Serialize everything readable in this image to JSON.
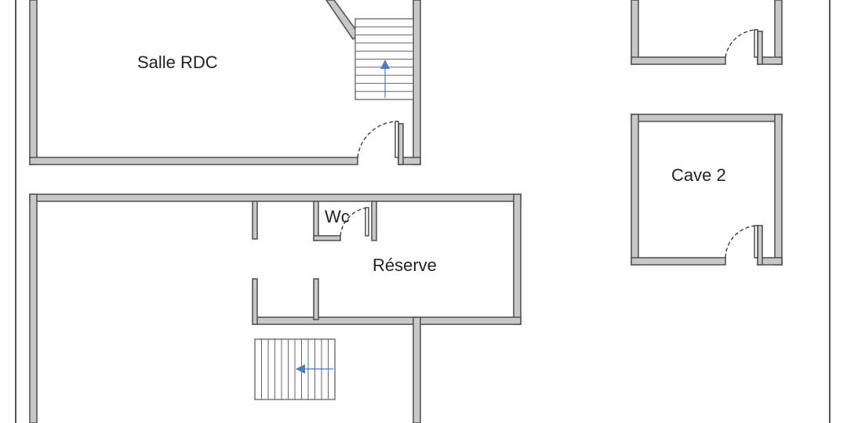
{
  "rooms": {
    "salle_rdc": "Salle RDC",
    "wc": "Wc",
    "reserve": "Réserve",
    "cave2": "Cave 2"
  },
  "colors": {
    "wall_fill": "#c8c8c8",
    "wall_stroke": "#555555",
    "stair_arrow": "#4a7cc9"
  }
}
